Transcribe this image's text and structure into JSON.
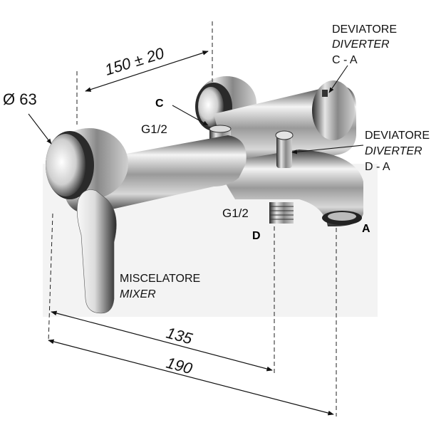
{
  "labels": {
    "diverter_top_1": "DEVIATORE",
    "diverter_top_2": "DIVERTER",
    "diverter_top_3": "C - A",
    "diverter_right_1": "DEVIATORE",
    "diverter_right_2": "DIVERTER",
    "diverter_right_3": "D - A",
    "mixer_1": "MISCELATORE",
    "mixer_2": "MIXER",
    "port_c": "C",
    "port_c_thread": "G1/2",
    "port_d": "D",
    "port_d_thread": "G1/2",
    "port_a": "A",
    "diameter": "Ø 63"
  },
  "dimensions": {
    "centers": "150 ± 20",
    "depth_short": "135",
    "depth_long": "190"
  },
  "colors": {
    "line": "#1a1a1a",
    "chrome_dark": "#2a2a2a",
    "chrome_mid": "#8a8a8a",
    "chrome_light": "#e8e8e8"
  }
}
